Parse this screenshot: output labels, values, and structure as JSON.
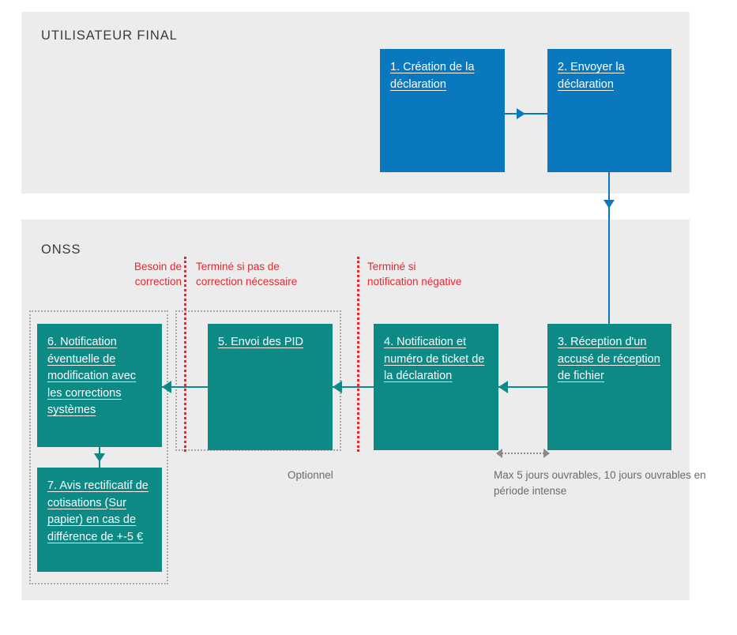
{
  "lanes": [
    {
      "id": "utilisateur-final",
      "title": "UTILISATEUR FINAL"
    },
    {
      "id": "onss",
      "title": "ONSS"
    }
  ],
  "nodes": [
    {
      "id": "1",
      "lane": "utilisateur-final",
      "color": "#0a78bf",
      "label": "1. Création de la déclaration"
    },
    {
      "id": "2",
      "lane": "utilisateur-final",
      "color": "#0a78bf",
      "label": "2. Envoyer la déclaration"
    },
    {
      "id": "3",
      "lane": "onss",
      "color": "#0d8a86",
      "label": "3. Réception d'un accusé de réception de fichier"
    },
    {
      "id": "4",
      "lane": "onss",
      "color": "#0d8a86",
      "label": "4. Notification et numéro de ticket de la déclaration"
    },
    {
      "id": "5",
      "lane": "onss",
      "color": "#0d8a86",
      "label": "5. Envoi des PID"
    },
    {
      "id": "6",
      "lane": "onss",
      "color": "#0d8a86",
      "label": "6. Notification éventuelle de modification avec les corrections systèmes"
    },
    {
      "id": "7",
      "lane": "onss",
      "color": "#0d8a86",
      "label": "7. Avis rectificatif de cotisations (Sur papier) en cas de différence de +-5 €"
    }
  ],
  "decision_labels": [
    {
      "id": "besoin-de-correction",
      "text": "Besoin de correction",
      "color": "#e8262d"
    },
    {
      "id": "termine-si-pas-de-correction",
      "text": "Terminé si pas de correction nécessaire",
      "color": "#e8262d"
    },
    {
      "id": "termine-si-notification-negative",
      "text": "Terminé si notification négative",
      "color": "#e8262d"
    }
  ],
  "notes": [
    {
      "id": "optionnel",
      "text": "Optionnel",
      "color": "#6b6b6b"
    },
    {
      "id": "delai",
      "text": "Max 5 jours ouvrables, 10 jours ouvrables en période intense",
      "color": "#6b6b6b"
    }
  ],
  "colors": {
    "blue": "#0a78bf",
    "teal": "#0d8a86",
    "red": "#e8262d",
    "band": "#ececec",
    "note": "#6b6b6b",
    "page": "#ffffff"
  }
}
